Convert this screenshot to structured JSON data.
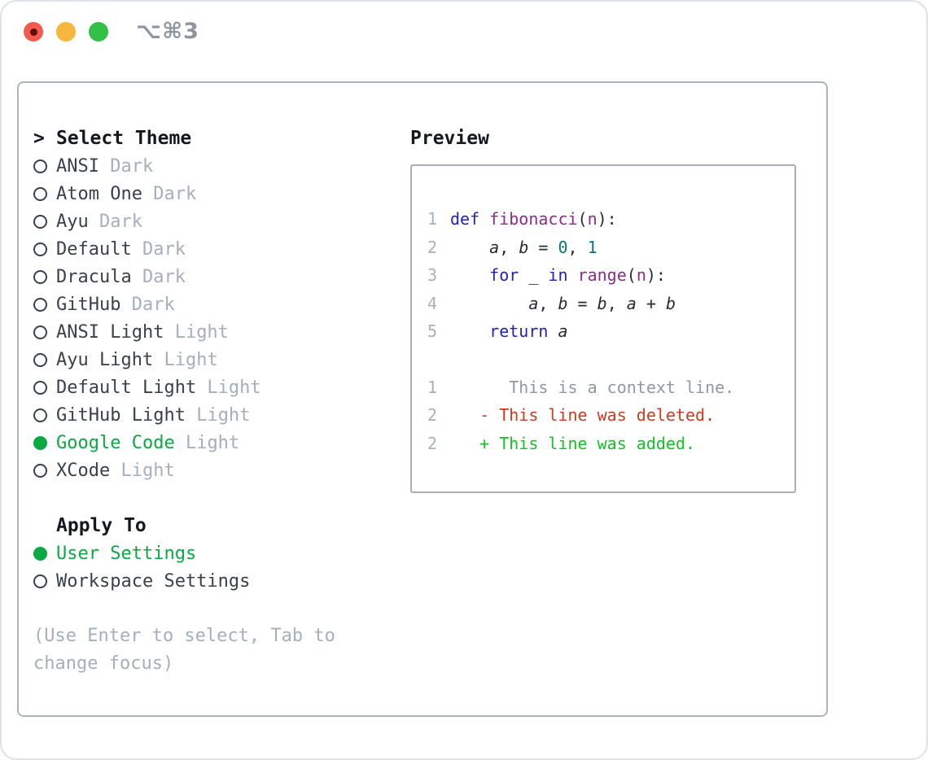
{
  "titlebar": {
    "shortcut": "⌥⌘3",
    "buttons": [
      {
        "name": "close",
        "color": "#f25a50"
      },
      {
        "name": "minimize",
        "color": "#f6b73c"
      },
      {
        "name": "zoom",
        "color": "#33c048"
      }
    ]
  },
  "theme_list": {
    "focus_marker": ">",
    "title": "Select Theme",
    "items": [
      {
        "name": "ANSI",
        "variant": "Dark",
        "selected": false
      },
      {
        "name": "Atom One",
        "variant": "Dark",
        "selected": false
      },
      {
        "name": "Ayu",
        "variant": "Dark",
        "selected": false
      },
      {
        "name": "Default",
        "variant": "Dark",
        "selected": false
      },
      {
        "name": "Dracula",
        "variant": "Dark",
        "selected": false
      },
      {
        "name": "GitHub",
        "variant": "Dark",
        "selected": false
      },
      {
        "name": "ANSI Light",
        "variant": "Light",
        "selected": false
      },
      {
        "name": "Ayu Light",
        "variant": "Light",
        "selected": false
      },
      {
        "name": "Default Light",
        "variant": "Light",
        "selected": false
      },
      {
        "name": "GitHub Light",
        "variant": "Light",
        "selected": false
      },
      {
        "name": "Google Code",
        "variant": "Light",
        "selected": true
      },
      {
        "name": "XCode",
        "variant": "Light",
        "selected": false
      }
    ]
  },
  "apply_to": {
    "title": "Apply To",
    "items": [
      {
        "label": "User Settings",
        "selected": true
      },
      {
        "label": "Workspace Settings",
        "selected": false
      }
    ]
  },
  "help_text": "(Use Enter to select, Tab to\nchange focus)",
  "preview": {
    "title": "Preview",
    "code_lines": [
      {
        "num": "1",
        "segments": [
          {
            "text": "def",
            "color": "keyword"
          },
          {
            "text": " "
          },
          {
            "text": "fibonacci",
            "color": "function"
          },
          {
            "text": "("
          },
          {
            "text": "n",
            "color": "function"
          },
          {
            "text": "):"
          }
        ]
      },
      {
        "num": "2",
        "segments": [
          {
            "text": "    "
          },
          {
            "text": "a",
            "italic": true
          },
          {
            "text": ", "
          },
          {
            "text": "b",
            "italic": true
          },
          {
            "text": " = "
          },
          {
            "text": "0",
            "color": "number"
          },
          {
            "text": ", "
          },
          {
            "text": "1",
            "color": "number"
          }
        ]
      },
      {
        "num": "3",
        "segments": [
          {
            "text": "    "
          },
          {
            "text": "for",
            "color": "keyword"
          },
          {
            "text": " _ "
          },
          {
            "text": "in",
            "color": "keyword"
          },
          {
            "text": " "
          },
          {
            "text": "range",
            "color": "function"
          },
          {
            "text": "("
          },
          {
            "text": "n",
            "color": "function"
          },
          {
            "text": "):"
          }
        ]
      },
      {
        "num": "4",
        "segments": [
          {
            "text": "        "
          },
          {
            "text": "a",
            "italic": true
          },
          {
            "text": ", "
          },
          {
            "text": "b",
            "italic": true
          },
          {
            "text": " = "
          },
          {
            "text": "b",
            "italic": true
          },
          {
            "text": ", "
          },
          {
            "text": "a",
            "italic": true
          },
          {
            "text": " + "
          },
          {
            "text": "b",
            "italic": true
          }
        ]
      },
      {
        "num": "5",
        "segments": [
          {
            "text": "    "
          },
          {
            "text": "return",
            "color": "keyword"
          },
          {
            "text": " "
          },
          {
            "text": "a",
            "italic": true
          }
        ]
      }
    ],
    "diff_lines": [
      {
        "num": "1",
        "type": "context",
        "text": "      This is a context line."
      },
      {
        "num": "2",
        "type": "deleted",
        "text": "   - This line was deleted."
      },
      {
        "num": "2",
        "type": "added",
        "text": "   + This line was added."
      }
    ]
  },
  "colors": {
    "accent_green": "#0ba944",
    "diff_added": "#12c228",
    "diff_deleted": "#cc3a20",
    "diff_context": "#8f99a4",
    "keyword_blue": "#2222b5",
    "function_purple": "#8d2c8d",
    "number_teal": "#0e7474",
    "text_dark": "#3a414c",
    "text_muted": "#a6afbc",
    "line_number_gray": "#a8b0bd"
  }
}
